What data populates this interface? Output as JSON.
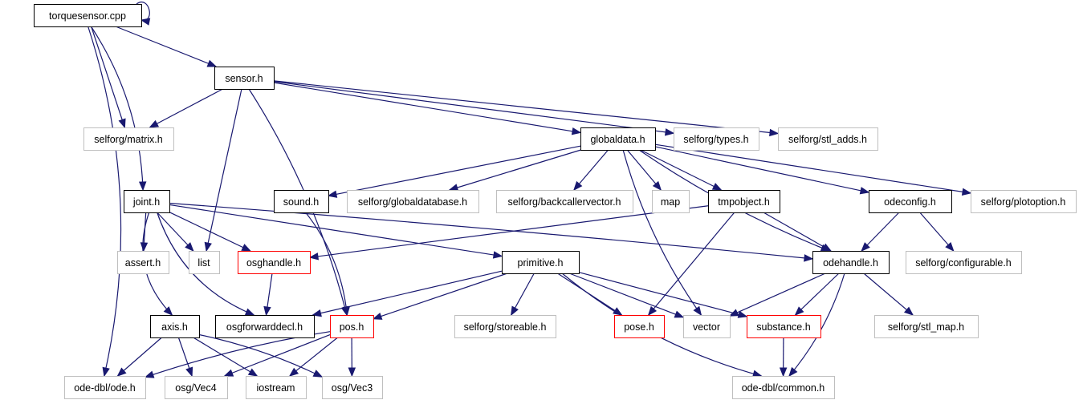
{
  "diagram": {
    "root": "torquesensor.cpp",
    "style_colors": {
      "edge": "#191970",
      "documented_border": "#000000",
      "external_border": "#bfbfbf",
      "incomplete_border": "#ff0000",
      "root_fill": "#bfbfbf",
      "node_fill": "#ffffff"
    },
    "nodes": [
      {
        "id": "torquesensor",
        "label": "torquesensor.cpp",
        "kind": "root"
      },
      {
        "id": "sensor",
        "label": "sensor.h",
        "kind": "documented"
      },
      {
        "id": "matrix",
        "label": "selforg/matrix.h",
        "kind": "external"
      },
      {
        "id": "globaldata",
        "label": "globaldata.h",
        "kind": "documented"
      },
      {
        "id": "types",
        "label": "selforg/types.h",
        "kind": "external"
      },
      {
        "id": "stl_adds",
        "label": "selforg/stl_adds.h",
        "kind": "external"
      },
      {
        "id": "joint",
        "label": "joint.h",
        "kind": "documented"
      },
      {
        "id": "sound",
        "label": "sound.h",
        "kind": "documented"
      },
      {
        "id": "globaldatabase",
        "label": "selforg/globaldatabase.h",
        "kind": "external"
      },
      {
        "id": "backcaller",
        "label": "selforg/backcallervector.h",
        "kind": "external"
      },
      {
        "id": "map",
        "label": "map",
        "kind": "external"
      },
      {
        "id": "tmpobject",
        "label": "tmpobject.h",
        "kind": "documented"
      },
      {
        "id": "odeconfig",
        "label": "odeconfig.h",
        "kind": "documented"
      },
      {
        "id": "plotoption",
        "label": "selforg/plotoption.h",
        "kind": "external"
      },
      {
        "id": "assert",
        "label": "assert.h",
        "kind": "external"
      },
      {
        "id": "list",
        "label": "list",
        "kind": "external"
      },
      {
        "id": "osghandle",
        "label": "osghandle.h",
        "kind": "incomplete"
      },
      {
        "id": "primitive",
        "label": "primitive.h",
        "kind": "documented"
      },
      {
        "id": "odehandle",
        "label": "odehandle.h",
        "kind": "documented"
      },
      {
        "id": "configurable",
        "label": "selforg/configurable.h",
        "kind": "external"
      },
      {
        "id": "axis",
        "label": "axis.h",
        "kind": "documented"
      },
      {
        "id": "osgforward",
        "label": "osgforwarddecl.h",
        "kind": "documented"
      },
      {
        "id": "pos",
        "label": "pos.h",
        "kind": "incomplete"
      },
      {
        "id": "storeable",
        "label": "selforg/storeable.h",
        "kind": "external"
      },
      {
        "id": "pose",
        "label": "pose.h",
        "kind": "incomplete"
      },
      {
        "id": "vector",
        "label": "vector",
        "kind": "external"
      },
      {
        "id": "substance",
        "label": "substance.h",
        "kind": "incomplete"
      },
      {
        "id": "stl_map",
        "label": "selforg/stl_map.h",
        "kind": "external"
      },
      {
        "id": "ode",
        "label": "ode-dbl/ode.h",
        "kind": "external"
      },
      {
        "id": "vec4",
        "label": "osg/Vec4",
        "kind": "external"
      },
      {
        "id": "iostream",
        "label": "iostream",
        "kind": "external"
      },
      {
        "id": "vec3",
        "label": "osg/Vec3",
        "kind": "external"
      },
      {
        "id": "common",
        "label": "ode-dbl/common.h",
        "kind": "external"
      }
    ],
    "edges": [
      {
        "from": "torquesensor",
        "to": "torquesensor"
      },
      {
        "from": "torquesensor",
        "to": "sensor"
      },
      {
        "from": "torquesensor",
        "to": "matrix"
      },
      {
        "from": "torquesensor",
        "to": "joint"
      },
      {
        "from": "torquesensor",
        "to": "ode"
      },
      {
        "from": "sensor",
        "to": "matrix"
      },
      {
        "from": "sensor",
        "to": "types"
      },
      {
        "from": "sensor",
        "to": "stl_adds"
      },
      {
        "from": "sensor",
        "to": "globaldata"
      },
      {
        "from": "sensor",
        "to": "list"
      },
      {
        "from": "sensor",
        "to": "pos"
      },
      {
        "from": "globaldata",
        "to": "sound"
      },
      {
        "from": "globaldata",
        "to": "globaldatabase"
      },
      {
        "from": "globaldata",
        "to": "backcaller"
      },
      {
        "from": "globaldata",
        "to": "map"
      },
      {
        "from": "globaldata",
        "to": "tmpobject"
      },
      {
        "from": "globaldata",
        "to": "odeconfig"
      },
      {
        "from": "globaldata",
        "to": "plotoption"
      },
      {
        "from": "globaldata",
        "to": "odehandle"
      },
      {
        "from": "globaldata",
        "to": "vector"
      },
      {
        "from": "joint",
        "to": "assert"
      },
      {
        "from": "joint",
        "to": "list"
      },
      {
        "from": "joint",
        "to": "osghandle"
      },
      {
        "from": "joint",
        "to": "primitive"
      },
      {
        "from": "joint",
        "to": "odehandle"
      },
      {
        "from": "joint",
        "to": "axis"
      },
      {
        "from": "joint",
        "to": "osgforward"
      },
      {
        "from": "sound",
        "to": "pos"
      },
      {
        "from": "tmpobject",
        "to": "osghandle"
      },
      {
        "from": "tmpobject",
        "to": "odehandle"
      },
      {
        "from": "tmpobject",
        "to": "pose"
      },
      {
        "from": "odeconfig",
        "to": "odehandle"
      },
      {
        "from": "odeconfig",
        "to": "configurable"
      },
      {
        "from": "osghandle",
        "to": "osgforward"
      },
      {
        "from": "primitive",
        "to": "osgforward"
      },
      {
        "from": "primitive",
        "to": "pos"
      },
      {
        "from": "primitive",
        "to": "storeable"
      },
      {
        "from": "primitive",
        "to": "pose"
      },
      {
        "from": "primitive",
        "to": "vector"
      },
      {
        "from": "primitive",
        "to": "substance"
      },
      {
        "from": "primitive",
        "to": "common"
      },
      {
        "from": "odehandle",
        "to": "vector"
      },
      {
        "from": "odehandle",
        "to": "substance"
      },
      {
        "from": "odehandle",
        "to": "stl_map"
      },
      {
        "from": "odehandle",
        "to": "common"
      },
      {
        "from": "axis",
        "to": "ode"
      },
      {
        "from": "axis",
        "to": "vec4"
      },
      {
        "from": "axis",
        "to": "iostream"
      },
      {
        "from": "axis",
        "to": "vec3"
      },
      {
        "from": "pos",
        "to": "ode"
      },
      {
        "from": "pos",
        "to": "vec4"
      },
      {
        "from": "pos",
        "to": "iostream"
      },
      {
        "from": "pos",
        "to": "vec3"
      },
      {
        "from": "substance",
        "to": "common"
      }
    ]
  }
}
